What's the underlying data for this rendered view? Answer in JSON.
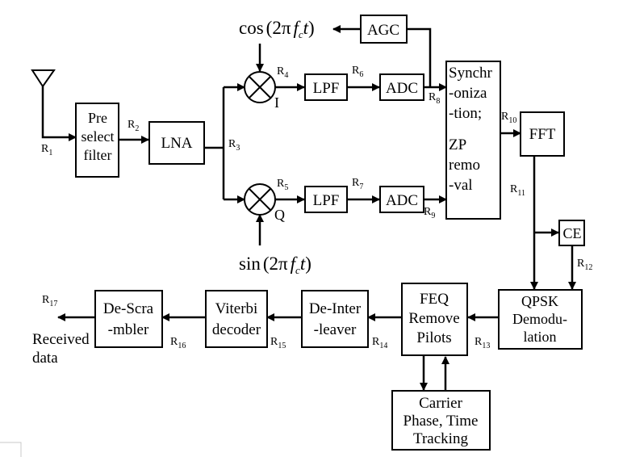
{
  "blocks": {
    "preselect": [
      "Pre",
      "select",
      "filter"
    ],
    "lna": "LNA",
    "lpf_i": "LPF",
    "lpf_q": "LPF",
    "adc_i": "ADC",
    "adc_q": "ADC",
    "agc": "AGC",
    "sync": [
      "Synchr",
      "-oniza",
      "-tion;",
      "ZP",
      "remo",
      "-val"
    ],
    "fft": "FFT",
    "ce": "CE",
    "qpsk": [
      "QPSK",
      "Demodu-",
      "lation"
    ],
    "feq": [
      "FEQ",
      "Remove",
      "Pilots"
    ],
    "carrier": [
      "Carrier",
      "Phase, Time",
      "Tracking"
    ],
    "deinter": [
      "De-Inter",
      "-leaver"
    ],
    "viterbi": [
      "Viterbi",
      "decoder"
    ],
    "descram": [
      "De-Scra",
      "-mbler"
    ]
  },
  "oscillators": {
    "cos": {
      "fn": "cos",
      "arg": "2π",
      "f": "f",
      "fsub": "c",
      "t": "t"
    },
    "sin": {
      "fn": "sin",
      "arg": "2π",
      "f": "f",
      "fsub": "c",
      "t": "t"
    }
  },
  "branch_labels": {
    "i": "I",
    "q": "Q"
  },
  "signals": {
    "r1": {
      "base": "R",
      "sub": "1"
    },
    "r2": {
      "base": "R",
      "sub": "2"
    },
    "r3": {
      "base": "R",
      "sub": "3"
    },
    "r4": {
      "base": "R",
      "sub": "4"
    },
    "r5": {
      "base": "R",
      "sub": "5"
    },
    "r6": {
      "base": "R",
      "sub": "6"
    },
    "r7": {
      "base": "R",
      "sub": "7"
    },
    "r8": {
      "base": "R",
      "sub": "8"
    },
    "r9": {
      "base": "R",
      "sub": "9"
    },
    "r10": {
      "base": "R",
      "sub": "10"
    },
    "r11": {
      "base": "R",
      "sub": "11"
    },
    "r12": {
      "base": "R",
      "sub": "12"
    },
    "r13": {
      "base": "R",
      "sub": "13"
    },
    "r14": {
      "base": "R",
      "sub": "14"
    },
    "r15": {
      "base": "R",
      "sub": "15"
    },
    "r16": {
      "base": "R",
      "sub": "16"
    },
    "r17": {
      "base": "R",
      "sub": "17"
    }
  },
  "output_label": [
    "Received",
    "data"
  ]
}
